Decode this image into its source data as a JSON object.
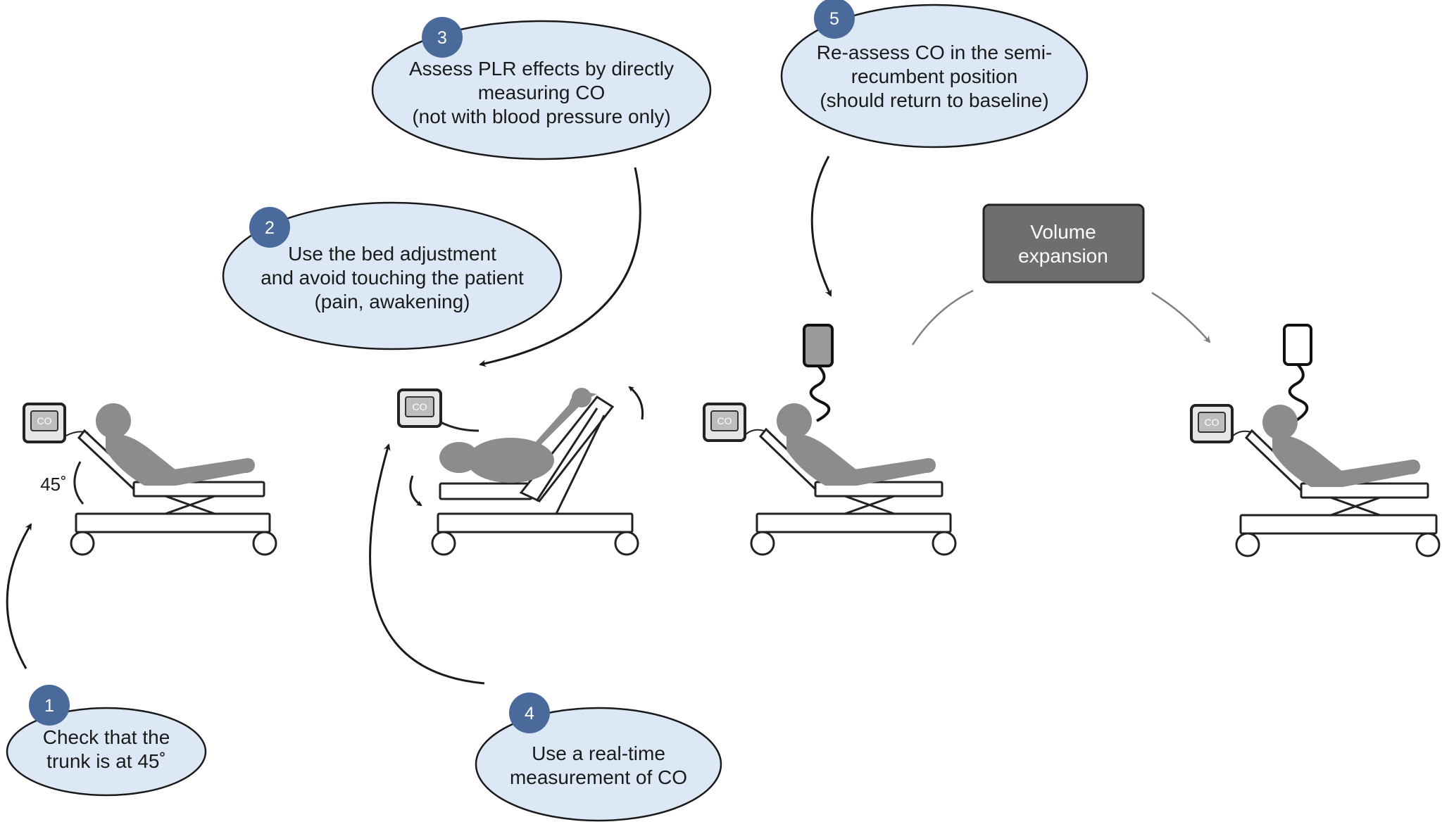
{
  "steps": [
    {
      "number": "1",
      "lines": [
        "Check that the",
        "trunk is at 45˚"
      ]
    },
    {
      "number": "2",
      "lines": [
        "Use the bed adjustment",
        "and avoid touching the patient",
        "(pain, awakening)"
      ]
    },
    {
      "number": "3",
      "lines": [
        "Assess PLR effects by directly",
        "measuring CO",
        "(not with blood pressure only)"
      ]
    },
    {
      "number": "4",
      "lines": [
        "Use a real-time",
        "measurement of CO"
      ]
    },
    {
      "number": "5",
      "lines": [
        "Re-assess CO in the semi-",
        "recumbent position",
        "(should return to baseline)"
      ]
    }
  ],
  "volume_box": {
    "lines": [
      "Volume",
      "expansion"
    ]
  },
  "angle_label": "45˚",
  "monitor_label": "CO",
  "colors": {
    "bubble_fill": "#dce8f5",
    "badge_fill": "#4a6a9c",
    "box_fill": "#6e6e6e",
    "silhouette": "#8c8c8c",
    "arrow": "#1a1a1a",
    "gray_arrow": "#808080"
  }
}
